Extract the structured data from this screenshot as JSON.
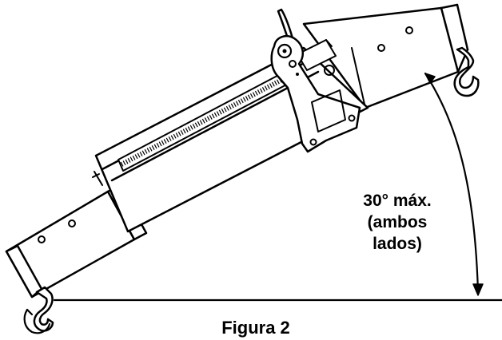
{
  "annotation": {
    "angle_line1": "30° máx.",
    "angle_line2": "(ambos",
    "angle_line3": "lados)"
  },
  "caption": "Figura 2",
  "icons": {
    "beam": "adjustable-lifting-beam-icon",
    "hook": "lifting-hook-icon",
    "lever": "release-lever-icon",
    "arrow": "angle-arrow-icon"
  },
  "colors": {
    "ink": "#000000",
    "paper": "#ffffff"
  }
}
